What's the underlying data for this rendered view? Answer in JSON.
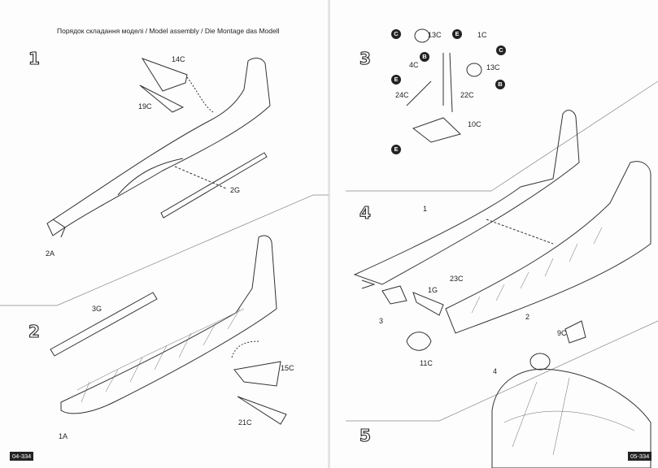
{
  "header": {
    "title": "Порядок складання моделі / Model assembly / Die Montage das Modell"
  },
  "page_codes": {
    "left": "04-334",
    "right": "05-334"
  },
  "steps": {
    "s1": "1",
    "s2": "2",
    "s3": "3",
    "s4": "4",
    "s5": "5"
  },
  "labels": {
    "p14C": "14C",
    "p19C": "19C",
    "p2G": "2G",
    "p2A": "2A",
    "p3G": "3G",
    "p15C": "15C",
    "p21C": "21C",
    "p1A": "1A",
    "p13Ca": "13C",
    "p1C": "1C",
    "p13Cb": "13C",
    "p4C": "4C",
    "p24C": "24C",
    "p22C": "22C",
    "p10C": "10C",
    "p1": "1",
    "p23C": "23C",
    "p1G": "1G",
    "p3": "3",
    "p11C": "11C",
    "p2": "2",
    "p9C": "9C",
    "p4": "4"
  },
  "glue_markers": {
    "m1": "C",
    "m2": "E",
    "m3": "C",
    "m4": "B",
    "m5": "E",
    "m6": "B",
    "m7": "E"
  }
}
